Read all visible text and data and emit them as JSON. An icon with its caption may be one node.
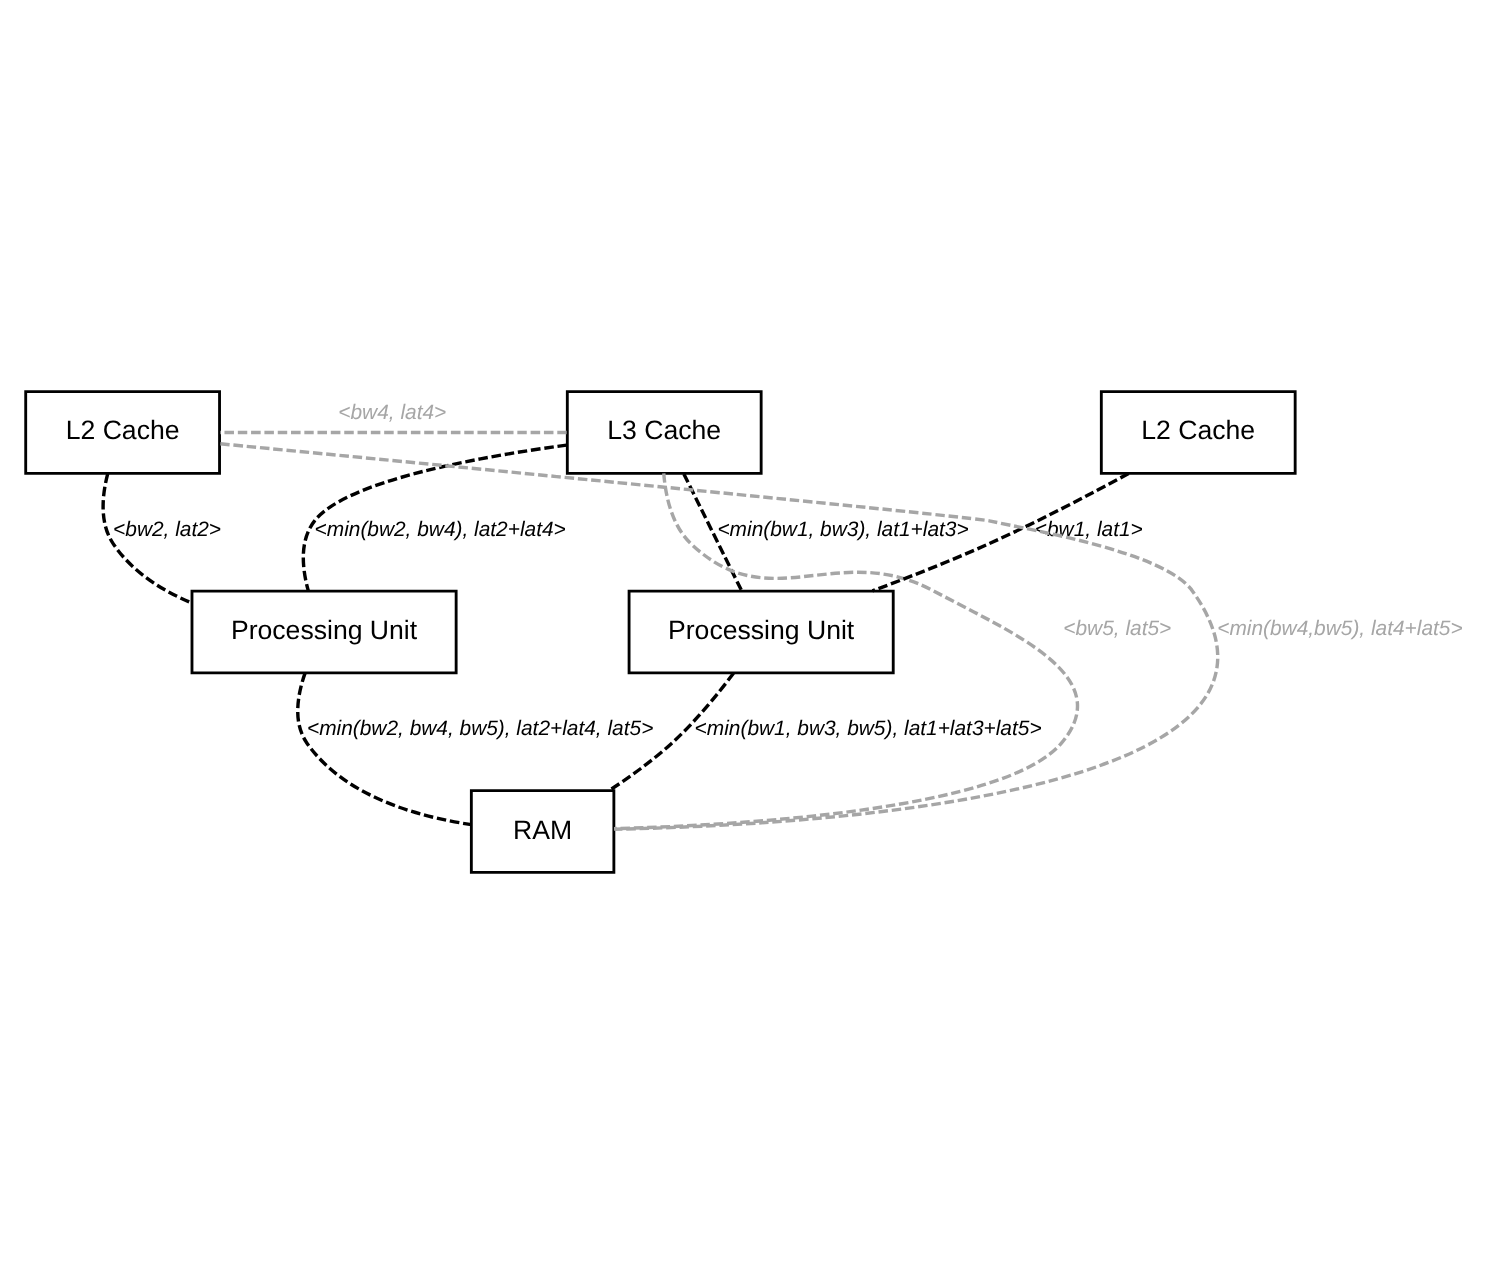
{
  "diagram": {
    "nodes": [
      {
        "text": [
          "L3 Cache"
        ]
      },
      {
        "text": [
          "L2 Cache"
        ]
      },
      {
        "text": [
          "L2 Cache"
        ]
      },
      {
        "text": [
          "Processing Unit"
        ]
      },
      {
        "text": [
          "Processing Unit"
        ]
      },
      {
        "text": [
          "RAM"
        ]
      }
    ],
    "edges": [
      {
        "from": 0,
        "to": 3,
        "arrow": "none",
        "style": "dashed",
        "label": "<min(bw1, bw3), lat1+lat3>"
      },
      {
        "from": 0,
        "to": 4,
        "arrow": "none",
        "style": "dashed",
        "label": "<min(bw2, bw4), lat2+lat4>"
      },
      {
        "from": 1,
        "to": 3,
        "arrow": "none",
        "style": "dashed",
        "label": "<bw1, lat1>"
      },
      {
        "from": 2,
        "to": 4,
        "arrow": "none",
        "style": "dashed",
        "label": "<bw2, lat2>"
      },
      {
        "from": 3,
        "to": 5,
        "arrow": "none",
        "style": "dashed",
        "label": "<min(bw1, bw3, bw5), lat1+lat3+lat5>"
      },
      {
        "from": 4,
        "to": 5,
        "arrow": "none",
        "style": "dashed",
        "label": "<min(bw2, bw4, bw5), lat2+lat4, lat5>"
      },
      {
        "from": 0,
        "to": 5,
        "arrow": "none",
        "style": "dashed",
        "color": "#a6a6a6",
        "label": "<bw5, lat5>"
      },
      {
        "from": 0,
        "to": 2,
        "arrow": "none",
        "style": "dashed",
        "color": "#a6a6a6",
        "label": "<bw4, lat4>"
      },
      {
        "from": 2,
        "to": 5,
        "arrow": "none",
        "style": "dashed",
        "color": "#a6a6a6",
        "label": "<min(bw4,bw5), lat4+lat5>"
      }
    ]
  }
}
